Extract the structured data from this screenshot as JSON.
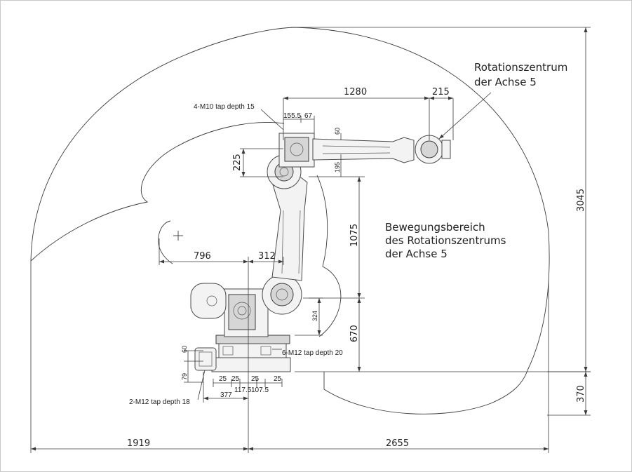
{
  "annotations": {
    "rotation_center_line1": "Rotationszentrum",
    "rotation_center_line2": "der Achse 5",
    "motion_range_line1": "Bewegungsbereich",
    "motion_range_line2": "des Rotationszentrums",
    "motion_range_line3": "der Achse 5"
  },
  "notes": {
    "tap_m10": "4-M10 tap depth 15",
    "tap_m12_6": "6-M12 tap depth 20",
    "tap_m12_2": "2-M12 tap depth 18"
  },
  "dimensions": {
    "d1280": "1280",
    "d215": "215",
    "d155_5": "155.5",
    "d67": "67",
    "d60_top": "60",
    "d225": "225",
    "d195": "195",
    "d1075": "1075",
    "d796": "796",
    "d312": "312",
    "d324": "324",
    "d670": "670",
    "d3045": "3045",
    "d370": "370",
    "d60_base": "60",
    "d79": "79",
    "d25_a": "25",
    "d25_b": "25",
    "d25_c": "25",
    "d25_d": "25",
    "d117_5": "117.5",
    "d107_5": "107.5",
    "d377": "377",
    "d1919": "1919",
    "d2655": "2655"
  }
}
